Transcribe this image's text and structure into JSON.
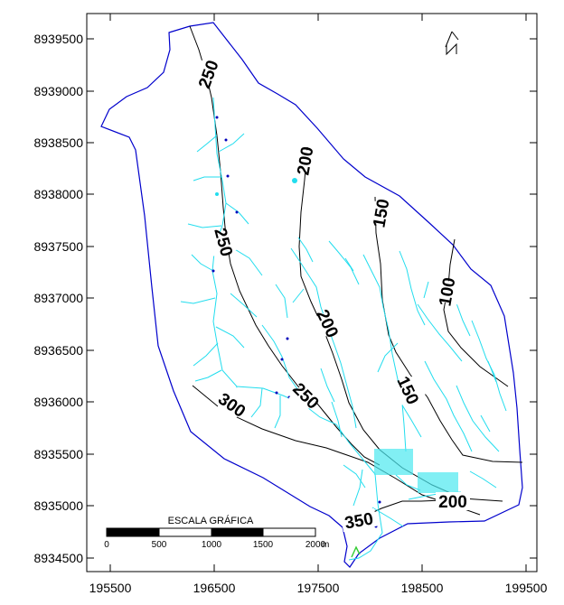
{
  "map": {
    "y_ticks": [
      "8939500",
      "8939000",
      "8938500",
      "8938000",
      "8937500",
      "8937000",
      "8936500",
      "8936000",
      "8935500",
      "8935000",
      "8934500"
    ],
    "x_ticks": [
      "195500",
      "196500",
      "197500",
      "198500",
      "199500"
    ],
    "contour_labels": {
      "c250_top": "250",
      "c200_top": "200",
      "c150_top": "150",
      "c250_mid": "250",
      "c100": "100",
      "c200_mid": "200",
      "c150_mid": "150",
      "c250_low": "250",
      "c300": "300",
      "c200_low": "200",
      "c350": "350"
    },
    "scale_bar": {
      "title": "ESCALA GRÁFICA",
      "labels": [
        "0",
        "500",
        "1000",
        "1500",
        "2000"
      ],
      "unit": "m"
    },
    "north_arrow": "north-arrow-icon",
    "colors": {
      "boundary": "#0000cc",
      "rivers": "#22ddee",
      "contours": "#000000",
      "points": "#0000bb"
    }
  }
}
